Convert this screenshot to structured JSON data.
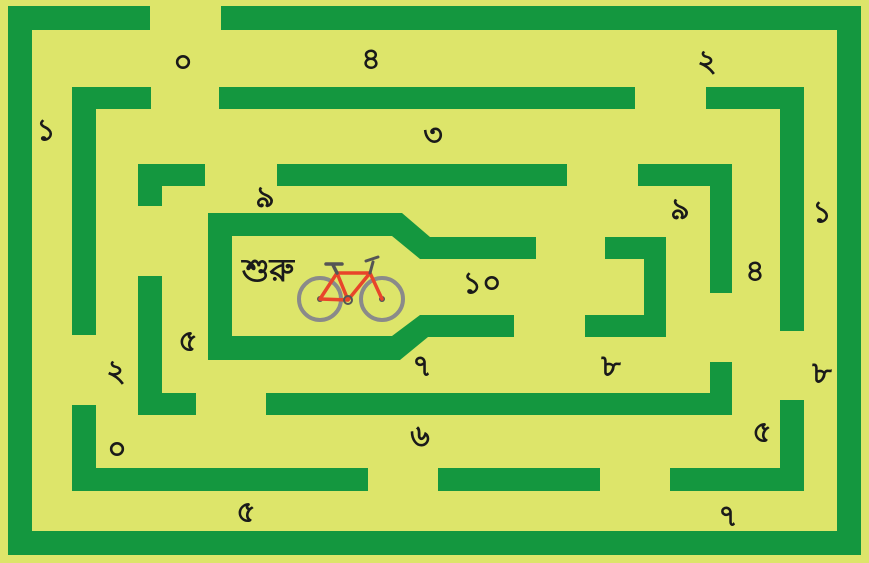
{
  "colors": {
    "wall": "#14973f",
    "path": "#dde56a",
    "text": "#1a1a1a",
    "bike_frame": "#e8452a",
    "bike_wheel": "#8a8a8a"
  },
  "start_label": "শুরু",
  "bicycle_icon": "bicycle-icon",
  "numbers": {
    "top_left": "০",
    "top_mid": "৪",
    "top_right": "২",
    "left_outer": "১",
    "right_outer": "১",
    "ring3_top": "৩",
    "ring3_left": "৯",
    "ring3_right": "৯",
    "right_inner": "৪",
    "center": "১০",
    "inner_left": "৫",
    "inner_bottom": "৭",
    "mid_right": "৮",
    "far_right": "৮",
    "left_mid": "২",
    "bottom_left": "০",
    "bottom_mid": "৬",
    "bottom_right": "৫",
    "bottom_left_outer": "৫",
    "bottom_right_outer": "৭"
  }
}
